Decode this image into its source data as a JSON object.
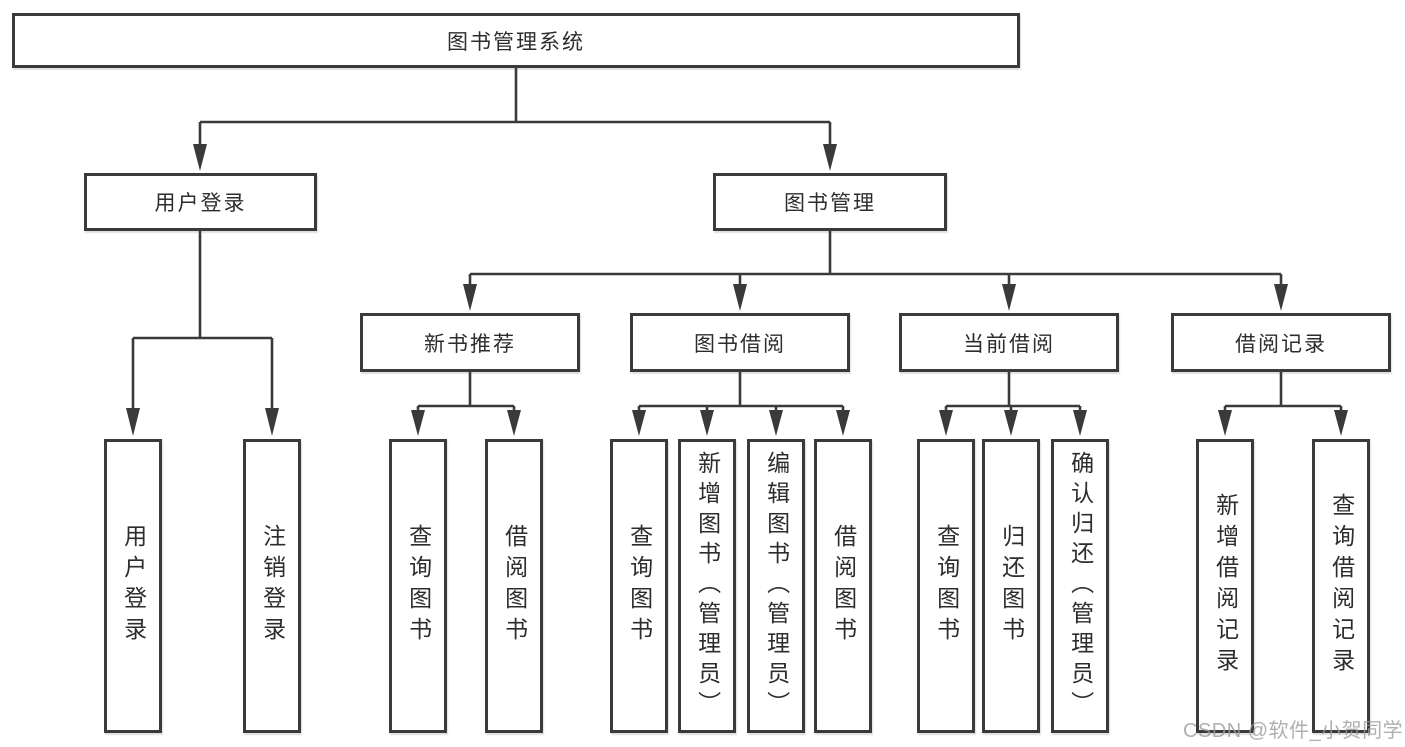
{
  "diagram": {
    "root": {
      "label": "图书管理系统"
    },
    "branches": [
      {
        "label": "用户登录",
        "children": [
          "用户登录",
          "注销登录"
        ]
      },
      {
        "label": "图书管理",
        "sections": [
          {
            "label": "新书推荐",
            "children": [
              "查询图书",
              "借阅图书"
            ]
          },
          {
            "label": "图书借阅",
            "children": [
              "查询图书",
              "新增图书（管理员）",
              "编辑图书（管理员）",
              "借阅图书"
            ]
          },
          {
            "label": "当前借阅",
            "children": [
              "查询图书",
              "归还图书",
              "确认归还（管理员）"
            ]
          },
          {
            "label": "借阅记录",
            "children": [
              "新增借阅记录",
              "查询借阅记录"
            ]
          }
        ]
      }
    ]
  },
  "watermark": {
    "text": "CSDN @软件_小贺同学",
    "color": "#9e9e9e"
  },
  "colors": {
    "line": "#3a3a3a",
    "box_border": "#3a3a3a",
    "text": "#2d2d2d",
    "background": "#ffffff"
  }
}
